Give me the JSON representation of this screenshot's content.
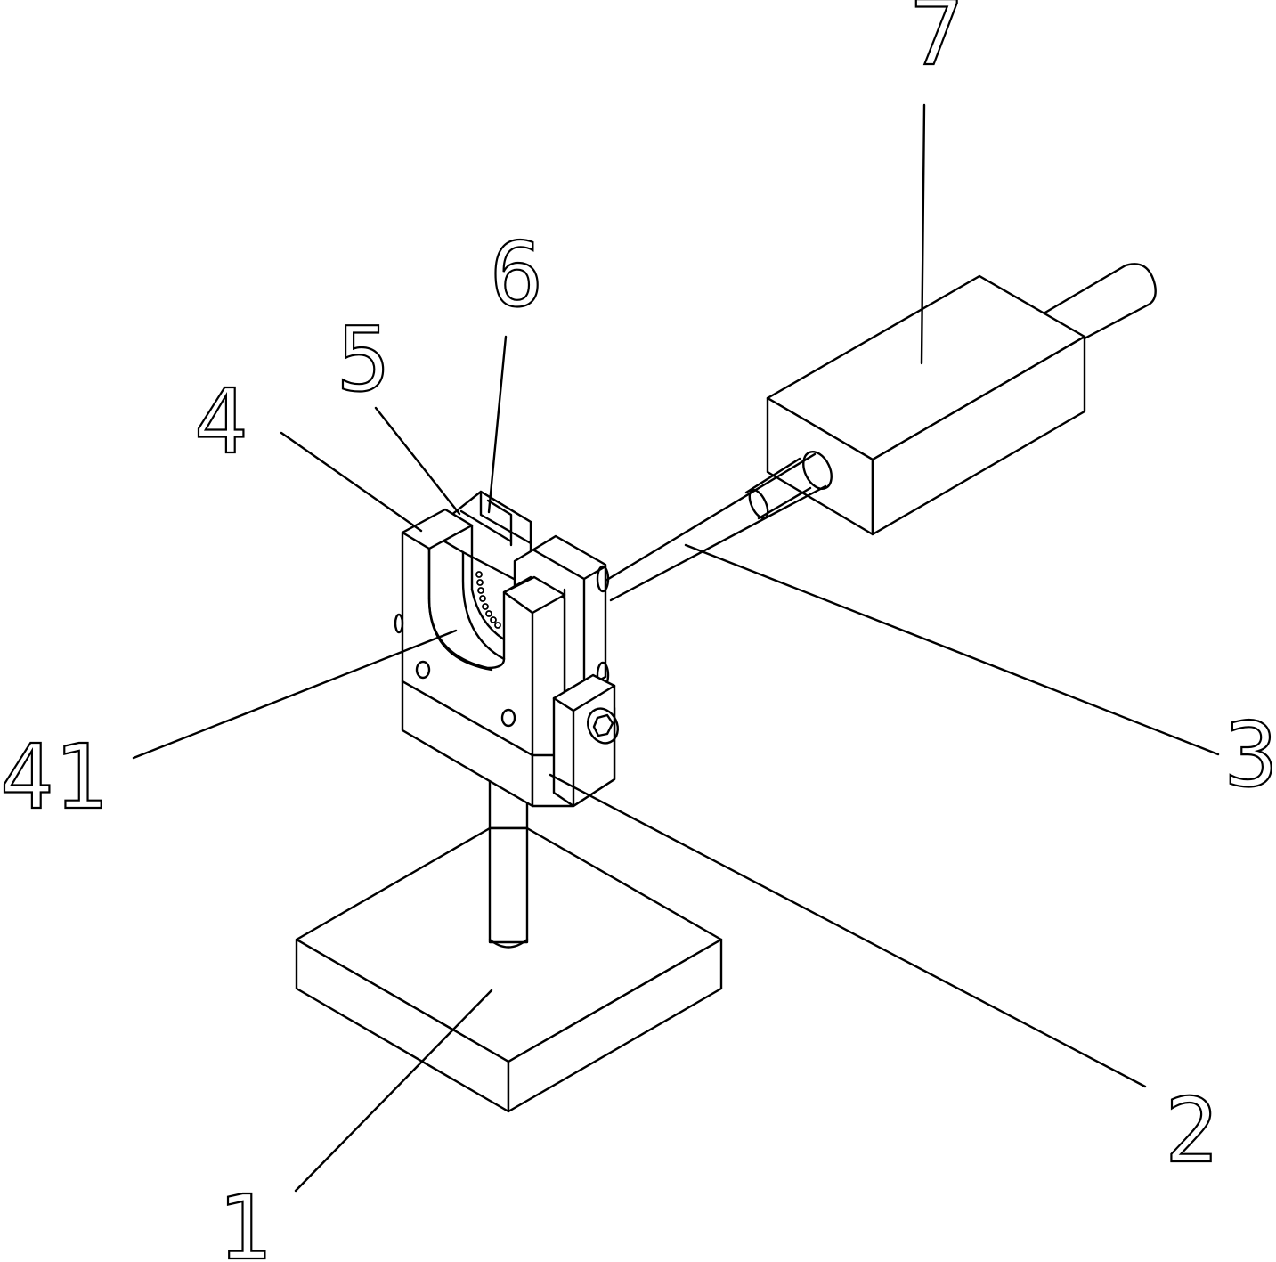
{
  "labels": {
    "base": "1",
    "slider": "2",
    "rod": "3",
    "holder": "4",
    "jaw": "5",
    "plate": "6",
    "actuator": "7",
    "notch": "41"
  }
}
